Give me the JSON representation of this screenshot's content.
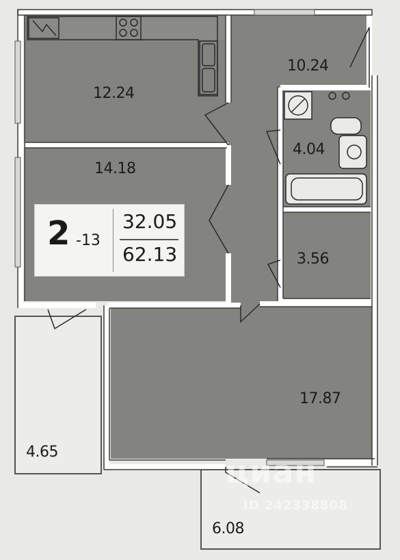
{
  "apartment": {
    "rooms": "2",
    "number": "-13",
    "living_area": "32.05",
    "total_area": "62.13"
  },
  "rooms": [
    {
      "id": "kitchen",
      "area": "12.24"
    },
    {
      "id": "room-1",
      "area": "14.18"
    },
    {
      "id": "hall",
      "area": "10.24"
    },
    {
      "id": "bathroom",
      "area": "4.04"
    },
    {
      "id": "wc",
      "area": "3.56"
    },
    {
      "id": "room-2",
      "area": "17.87"
    },
    {
      "id": "balcony-1",
      "area": "4.65"
    },
    {
      "id": "balcony-2",
      "area": "6.08"
    }
  ],
  "watermark": {
    "brand": "циан",
    "id_text": "ID 242338808"
  },
  "colors": {
    "room_fill": "#838380",
    "wall": "#ffffff",
    "background": "#e9e9e6"
  },
  "icons": [
    "washing-machine-icon",
    "toilet-icon",
    "sink-icon",
    "bathtub-icon",
    "stove-icon",
    "kitchen-sink-icon"
  ]
}
